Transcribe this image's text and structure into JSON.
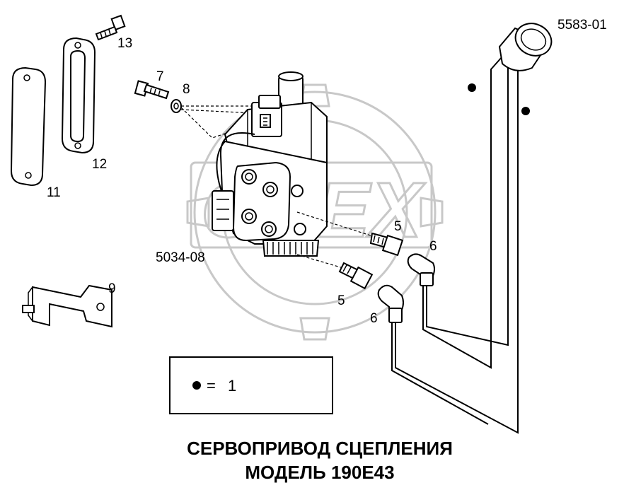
{
  "labels": {
    "part_13": "13",
    "part_7": "7",
    "part_8": "8",
    "part_12": "12",
    "part_11": "11",
    "part_9": "9",
    "part_5_upper": "5",
    "part_5_lower": "5",
    "part_6_upper": "6",
    "part_6_lower": "6",
    "assembly_5034_08": "5034-08",
    "assembly_5583_01": "5583-01"
  },
  "legend": {
    "equals": "=",
    "value": "1"
  },
  "title": {
    "line1": "СЕРВОПРИВОД СЦЕПЛЕНИЯ",
    "line2": "МОДЕЛЬ 190E43"
  },
  "watermark": {
    "text": "OREX"
  },
  "colors": {
    "line": "#000000",
    "background": "#ffffff",
    "watermark": "#c8c8c8"
  }
}
